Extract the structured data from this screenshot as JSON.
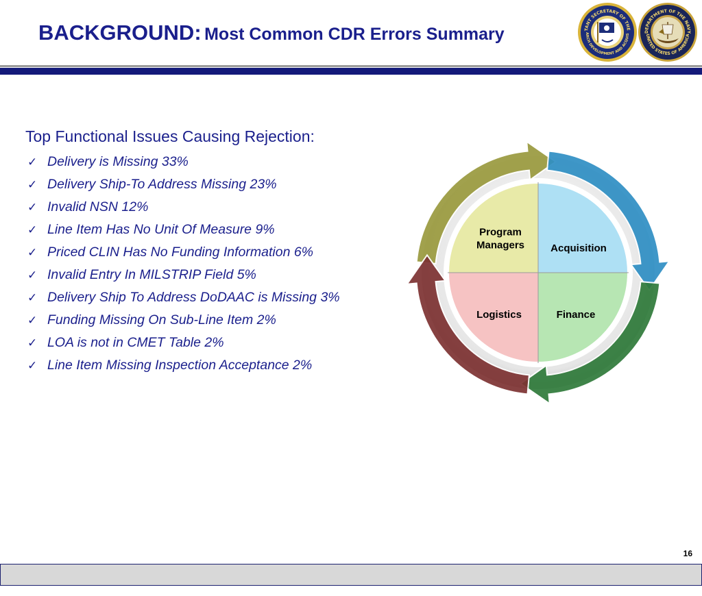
{
  "title": {
    "prefix": "BACKGROUND:",
    "rest": "Most Common CDR Errors Summary"
  },
  "seals": {
    "left": {
      "icon": "asn-rda-seal-icon",
      "top_text": "ASSISTANT SECRETARY OF THE NAVY",
      "bottom_text": "RESEARCH DEVELOPMENT AND ACQUISITION"
    },
    "right": {
      "icon": "department-of-the-navy-seal-icon",
      "top_text": "DEPARTMENT OF THE NAVY",
      "bottom_text": "UNITED STATES OF AMERICA"
    }
  },
  "content": {
    "heading": "Top Functional Issues Causing Rejection:",
    "check_glyph": "✓",
    "items": [
      "Delivery is Missing 33%",
      "Delivery Ship-To Address Missing 23%",
      "Invalid NSN 12%",
      "Line Item Has No Unit Of Measure 9%",
      "Priced CLIN Has No Funding Information 6%",
      "Invalid Entry In MILSTRIP Field 5%",
      "Delivery Ship To Address DoDAAC is Missing 3%",
      "Funding Missing On Sub-Line Item 2%",
      "LOA is not in CMET Table 2%",
      "Line Item Missing Inspection Acceptance 2%"
    ]
  },
  "diagram": {
    "quadrants": [
      {
        "id": "program-managers",
        "lines": [
          "Program",
          "Managers"
        ],
        "color": "#e8eaa8"
      },
      {
        "id": "acquisition",
        "lines": [
          "Acquisition"
        ],
        "color": "#aee0f4"
      },
      {
        "id": "finance",
        "lines": [
          "Finance"
        ],
        "color": "#b7e6b3"
      },
      {
        "id": "logistics",
        "lines": [
          "Logistics"
        ],
        "color": "#f6c3c3"
      }
    ],
    "arrow_colors": {
      "olive": "#9a9a3e",
      "blue": "#2f8fc4",
      "green": "#2f7a3a",
      "maroon": "#7d3232"
    }
  },
  "footer": {
    "page_number": "16"
  }
}
